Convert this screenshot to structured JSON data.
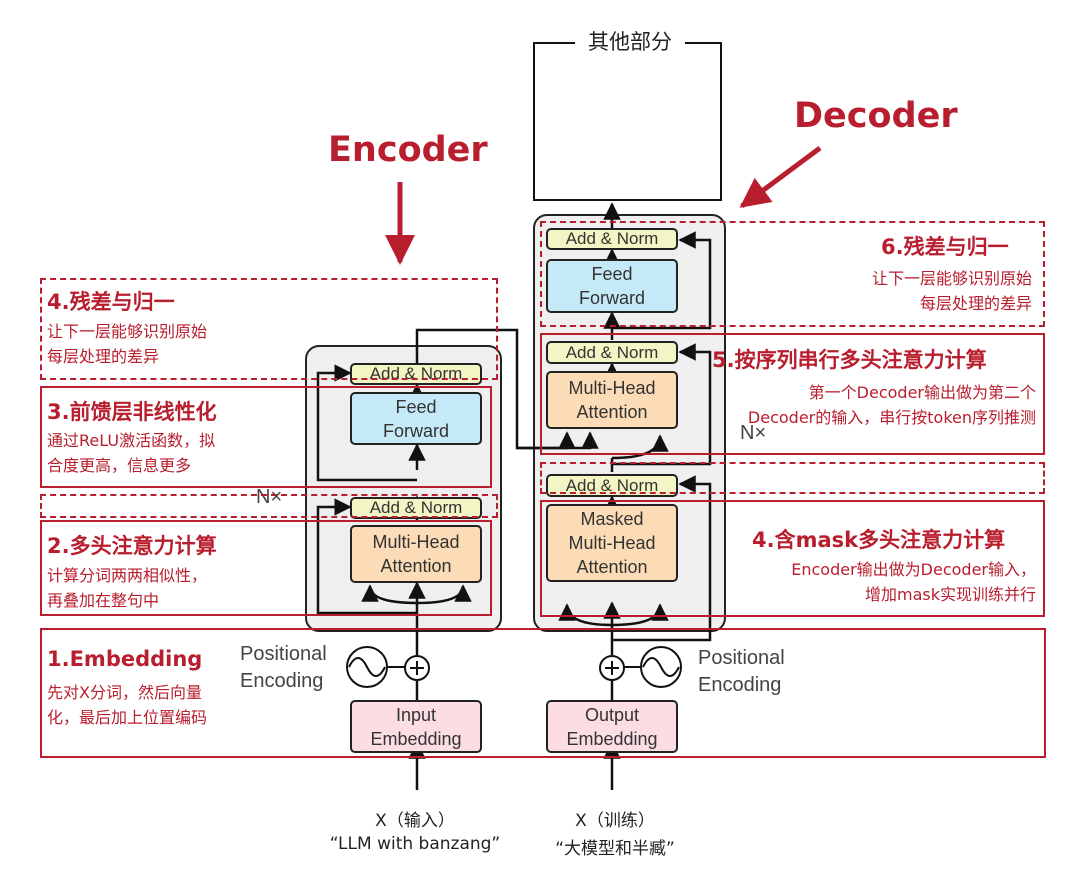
{
  "top_label": "其他部分",
  "labels": {
    "encoder": "Encoder",
    "decoder": "Decoder",
    "nx": "N×"
  },
  "blocks": {
    "enc_addnorm_top": "Add & Norm",
    "enc_ff": "Feed\nForward",
    "enc_addnorm_bottom": "Add & Norm",
    "enc_mha": "Multi-Head\nAttention",
    "input_embedding": "Input\nEmbedding",
    "dec_addnorm_top": "Add & Norm",
    "dec_ff": "Feed\nForward",
    "dec_addnorm_mid": "Add & Norm",
    "dec_mha": "Multi-Head\nAttention",
    "dec_addnorm_bottom": "Add & Norm",
    "dec_masked_mha": "Masked\nMulti-Head\nAttention",
    "output_embedding": "Output\nEmbedding"
  },
  "positional": {
    "left": "Positional\nEncoding",
    "right": "Positional\nEncoding"
  },
  "inputs": {
    "left_line1": "X（输入）",
    "left_line2": "“LLM with banzang”",
    "right_line1": "X（训练）",
    "right_line2": "“大模型和半臧”"
  },
  "annotations": {
    "enc_residual": {
      "title": "4.残差与归一",
      "desc": "让下一层能够识别原始\n每层处理的差异"
    },
    "enc_ff": {
      "title": "3.前馈层非线性化",
      "desc": "通过ReLU激活函数，拟\n合度更高，信息更多"
    },
    "enc_attn": {
      "title": "2.多头注意力计算",
      "desc": "计算分词两两相似性，\n再叠加在整句中"
    },
    "embedding": {
      "title": "1.Embedding",
      "desc": "先对X分词，然后向量\n化，最后加上位置编码"
    },
    "dec_residual": {
      "title": "6.残差与归一",
      "desc": "让下一层能够识别原始\n每层处理的差异"
    },
    "dec_serial": {
      "title": "5.按序列串行多头注意力计算",
      "desc": "第一个Decoder输出做为第二个\nDecoder的输入，串行按token序列推测"
    },
    "dec_masked": {
      "title": "4.含mask多头注意力计算",
      "desc": "Encoder输出做为Decoder输入，\n增加mask实现训练并行"
    }
  },
  "colors": {
    "highlight": "#b81e2e",
    "addnorm": "#f3f6c4",
    "feedforward": "#c5e9f7",
    "attention": "#fbdcb6",
    "embedding": "#fbdde3",
    "stack": "#efefef"
  }
}
